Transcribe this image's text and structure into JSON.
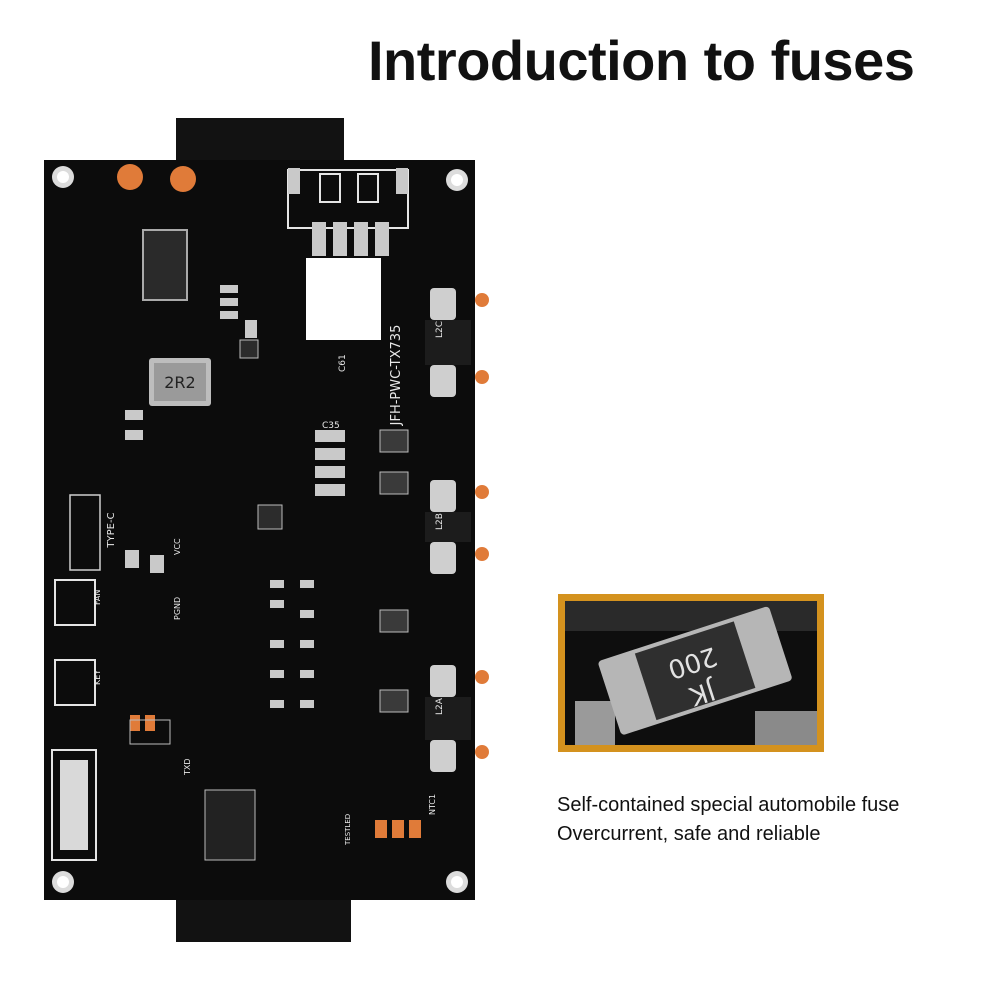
{
  "title": "Introduction to fuses",
  "caption": {
    "line1": "Self-contained special automobile fuse",
    "line2": "Overcurrent, safe and reliable"
  },
  "board": {
    "model": "JFH-PWC-TX735",
    "inductor_mark": "2R2",
    "silkscreen": [
      "TYPE-C",
      "FAN",
      "KEY",
      "VCC",
      "PGND",
      "L2C",
      "L2B",
      "L2A",
      "C61",
      "C35",
      "TXD",
      "NTC1",
      "TESTLED"
    ]
  },
  "zoom": {
    "fuse_marking_top": "200",
    "fuse_marking_bottom": "JK"
  },
  "colors": {
    "board": "#0c0c0c",
    "pad": "#c9c9c9",
    "copper": "#e07b39",
    "callout_border": "#d4921e"
  }
}
